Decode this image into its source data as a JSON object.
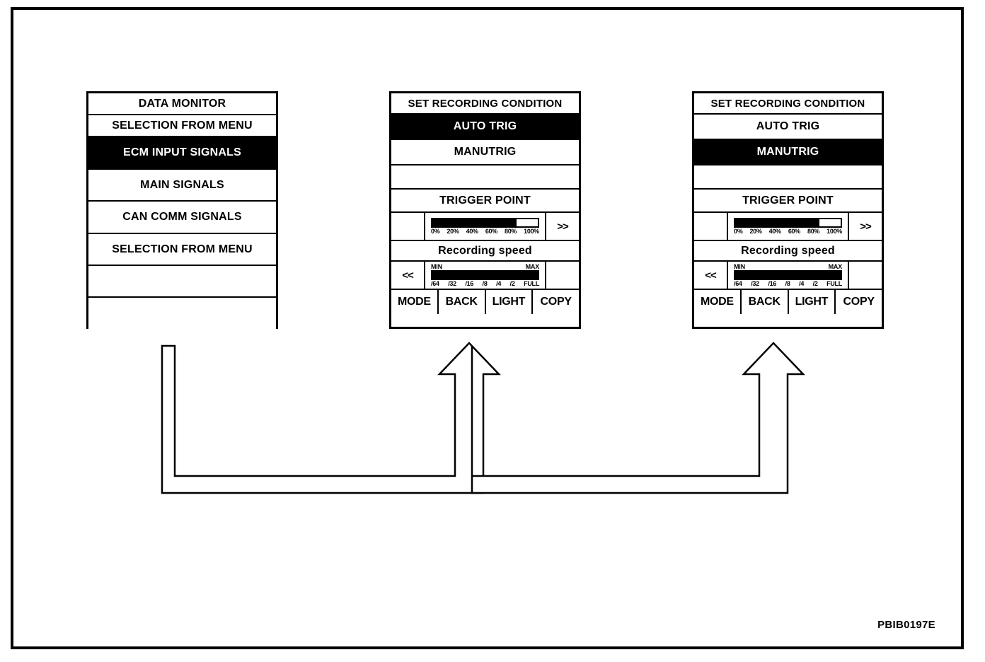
{
  "figure": {
    "caption": "PBIB0197E"
  },
  "panels": {
    "data_monitor": {
      "name": "DATA MONITOR",
      "rows": [
        {
          "label": "DATA MONITOR",
          "highlighted": false
        },
        {
          "label": "SELECTION FROM MENU",
          "highlighted": false
        },
        {
          "label": "ECM INPUT SIGNALS",
          "highlighted": true
        },
        {
          "label": "MAIN SIGNALS",
          "highlighted": false
        },
        {
          "label": "CAN COMM SIGNALS",
          "highlighted": false
        },
        {
          "label": "SELECTION FROM MENU",
          "highlighted": false
        },
        {
          "label": "",
          "highlighted": false
        },
        {
          "label": "",
          "highlighted": false
        }
      ]
    },
    "recording_auto": {
      "title": "SET RECORDING CONDITION",
      "auto_trig": "AUTO TRIG",
      "manu_trig": "MANUTRIG",
      "blank": "",
      "trigger_point": "TRIGGER POINT",
      "recording_speed": "Recording speed",
      "selected": "AUTO TRIG",
      "trigger_bar": {
        "fill_percent": 80,
        "scale": [
          "0%",
          "20%",
          "40%",
          "60%",
          "80%",
          "100%"
        ],
        "next_label": ">>"
      },
      "speed_bar": {
        "fill_percent": 100,
        "min_label": "MIN",
        "max_label": "MAX",
        "scale": [
          "/64",
          "/32",
          "/16",
          "/8",
          "/4",
          "/2",
          "FULL"
        ],
        "prev_label": "<<"
      },
      "buttons": [
        "MODE",
        "BACK",
        "LIGHT",
        "COPY"
      ]
    },
    "recording_manu": {
      "title": "SET RECORDING CONDITION",
      "auto_trig": "AUTO TRIG",
      "manu_trig": "MANUTRIG",
      "blank": "",
      "trigger_point": "TRIGGER POINT",
      "recording_speed": "Recording speed",
      "selected": "MANUTRIG",
      "trigger_bar": {
        "fill_percent": 80,
        "scale": [
          "0%",
          "20%",
          "40%",
          "60%",
          "80%",
          "100%"
        ],
        "next_label": ">>"
      },
      "speed_bar": {
        "fill_percent": 100,
        "min_label": "MIN",
        "max_label": "MAX",
        "scale": [
          "/64",
          "/32",
          "/16",
          "/8",
          "/4",
          "/2",
          "FULL"
        ],
        "prev_label": "<<"
      },
      "buttons": [
        "MODE",
        "BACK",
        "LIGHT",
        "COPY"
      ]
    }
  },
  "colors": {
    "ink": "#000000",
    "paper": "#ffffff",
    "highlight_bg": "#000000",
    "highlight_fg": "#ffffff"
  }
}
